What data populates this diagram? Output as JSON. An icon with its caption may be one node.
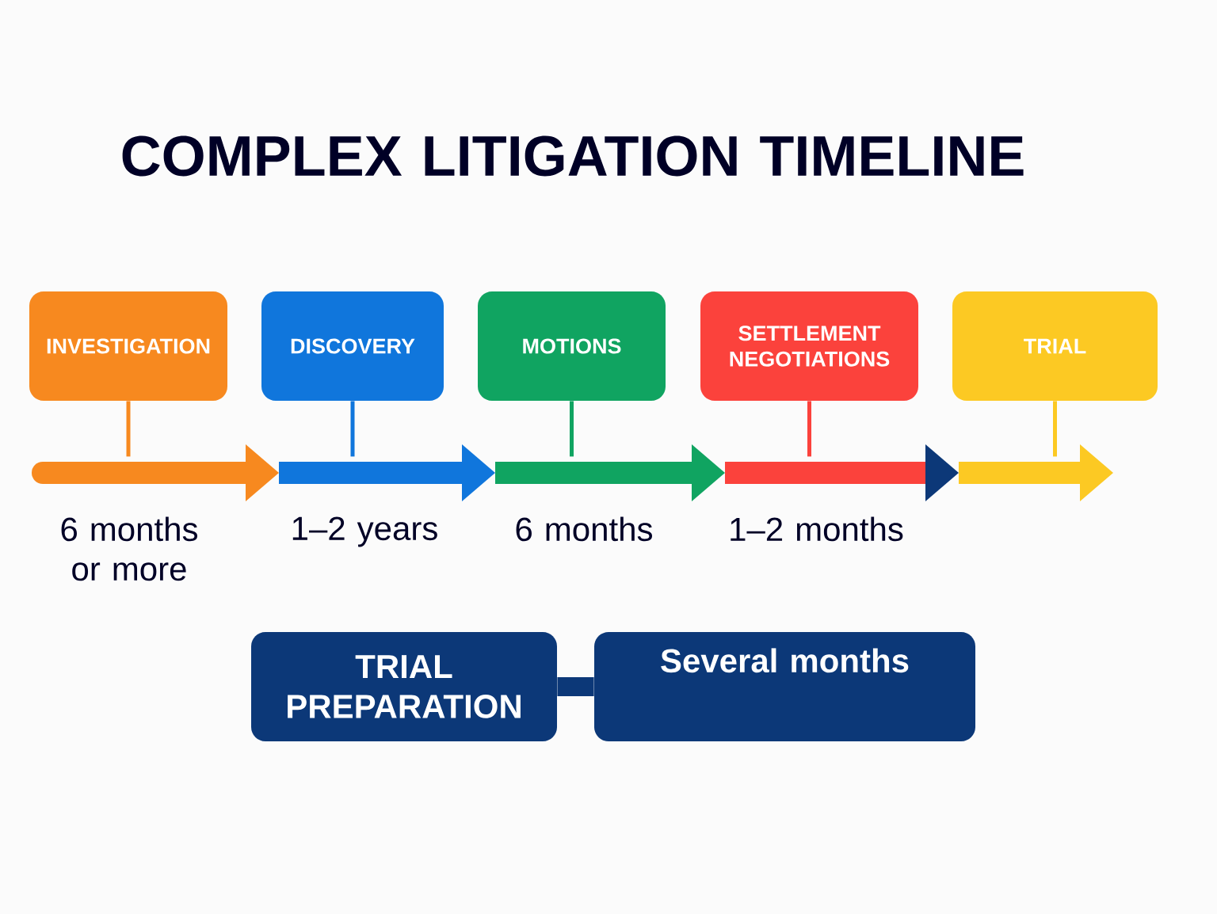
{
  "diagram": {
    "title": "COMPLEX LITIGATION TIMELINE",
    "nodes": [
      {
        "text": [
          "INVESTIGATION"
        ]
      },
      {
        "text": [
          "DISCOVERY"
        ]
      },
      {
        "text": [
          "MOTIONS"
        ]
      },
      {
        "text": [
          "SETTLEMENT NEGOTIATIONS"
        ]
      },
      {
        "text": [
          "TRIAL"
        ]
      },
      {
        "text": [
          "TRIAL PREPARATION"
        ]
      },
      {
        "text": [
          "Several months"
        ]
      }
    ],
    "edges": [
      {
        "from": 0,
        "to": null,
        "arrow": "none",
        "color": "#f7891f"
      },
      {
        "from": 1,
        "to": null,
        "arrow": "none",
        "color": "#1076dc"
      },
      {
        "from": 2,
        "to": null,
        "arrow": "none",
        "color": "#10a461"
      },
      {
        "from": 3,
        "to": null,
        "arrow": "none",
        "color": "#fb423c"
      },
      {
        "from": 4,
        "to": null,
        "arrow": "none",
        "color": "#fcc923"
      },
      {
        "from": 5,
        "to": 6,
        "arrow": "none",
        "style": "thick",
        "color": "#0c3878"
      }
    ],
    "labels": [
      "6 months or more",
      "1–2 years",
      "6 months",
      "1–2 months"
    ]
  }
}
